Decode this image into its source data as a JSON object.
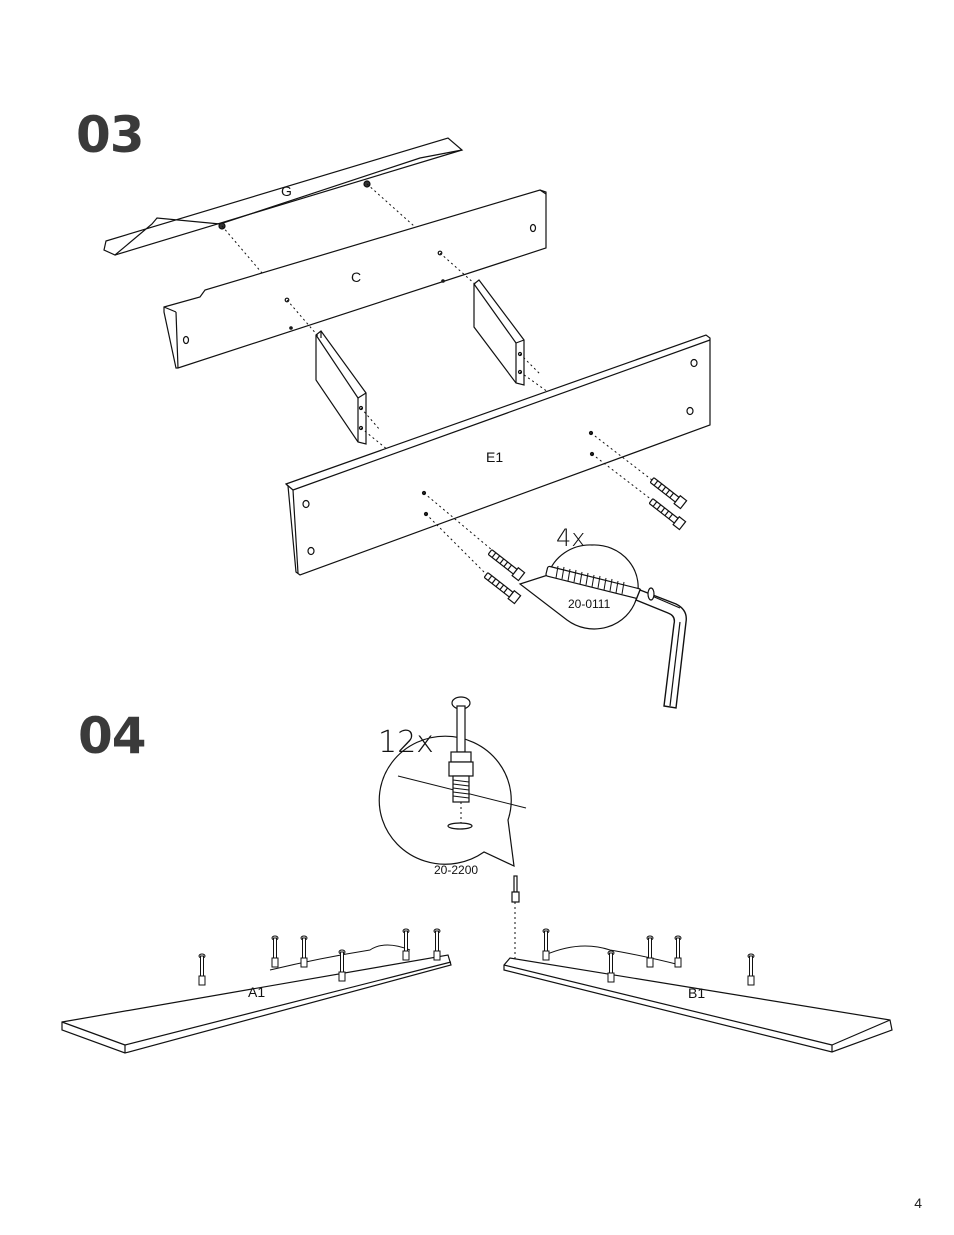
{
  "steps": [
    {
      "number": "03",
      "parts": {
        "g": "G",
        "c": "C",
        "e1": "E1"
      },
      "hardware": {
        "qty": "4x",
        "code": "20-0111"
      }
    },
    {
      "number": "04",
      "parts": {
        "a1": "A1",
        "b1": "B1"
      },
      "hardware": {
        "qty": "12x",
        "code": "20-2200"
      }
    }
  ],
  "page_number": "4",
  "icons": [
    "hex-key-icon",
    "screw-icon",
    "cam-bolt-icon"
  ]
}
